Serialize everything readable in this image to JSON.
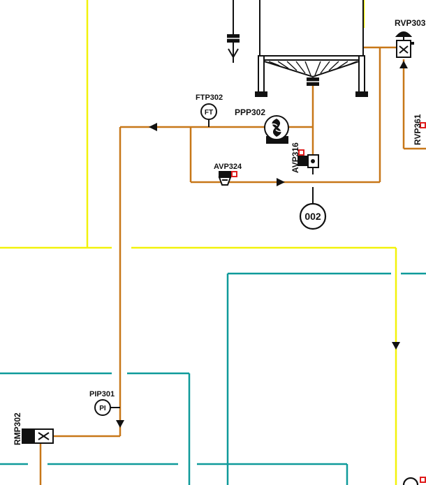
{
  "colors": {
    "process_line": "#c77718",
    "yellow_line": "#f2f20a",
    "teal_line": "#0f9a9a",
    "equipment": "#111111",
    "indicator_red": "#e01b1b",
    "background": "#ffffff"
  },
  "tags": {
    "rvp303": "RVP303",
    "ftp302": "FTP302",
    "ppp302": "PPP302",
    "avp316": "AVP316",
    "avp324": "AVP324",
    "rvp361": "RVP361",
    "pip301": "PIP301",
    "rmp302": "RMP302"
  },
  "instruments": {
    "flow_transmitter": "FT",
    "pressure_indicator": "PI",
    "connector_002": "002"
  }
}
